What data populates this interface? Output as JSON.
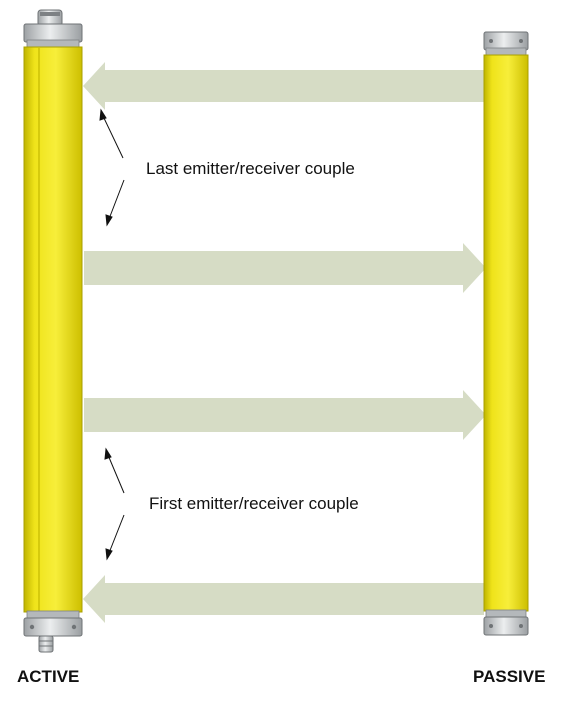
{
  "annotations": {
    "last_couple": "Last emitter/receiver couple",
    "first_couple": "First emitter/receiver couple"
  },
  "units": {
    "active": "ACTIVE",
    "passive": "PASSIVE"
  },
  "colors": {
    "bar_yellow": "#e8dd00",
    "bar_yellow_light": "#f3ea2a",
    "bar_yellow_dark": "#c7bd00",
    "beam": "#d6dcc5",
    "cap_metal": "#c9ccce",
    "cap_dark": "#8d9194"
  },
  "beams": [
    {
      "name": "beam-top",
      "direction": "left"
    },
    {
      "name": "beam-upper",
      "direction": "right"
    },
    {
      "name": "beam-lower",
      "direction": "right"
    },
    {
      "name": "beam-bottom",
      "direction": "left"
    }
  ]
}
